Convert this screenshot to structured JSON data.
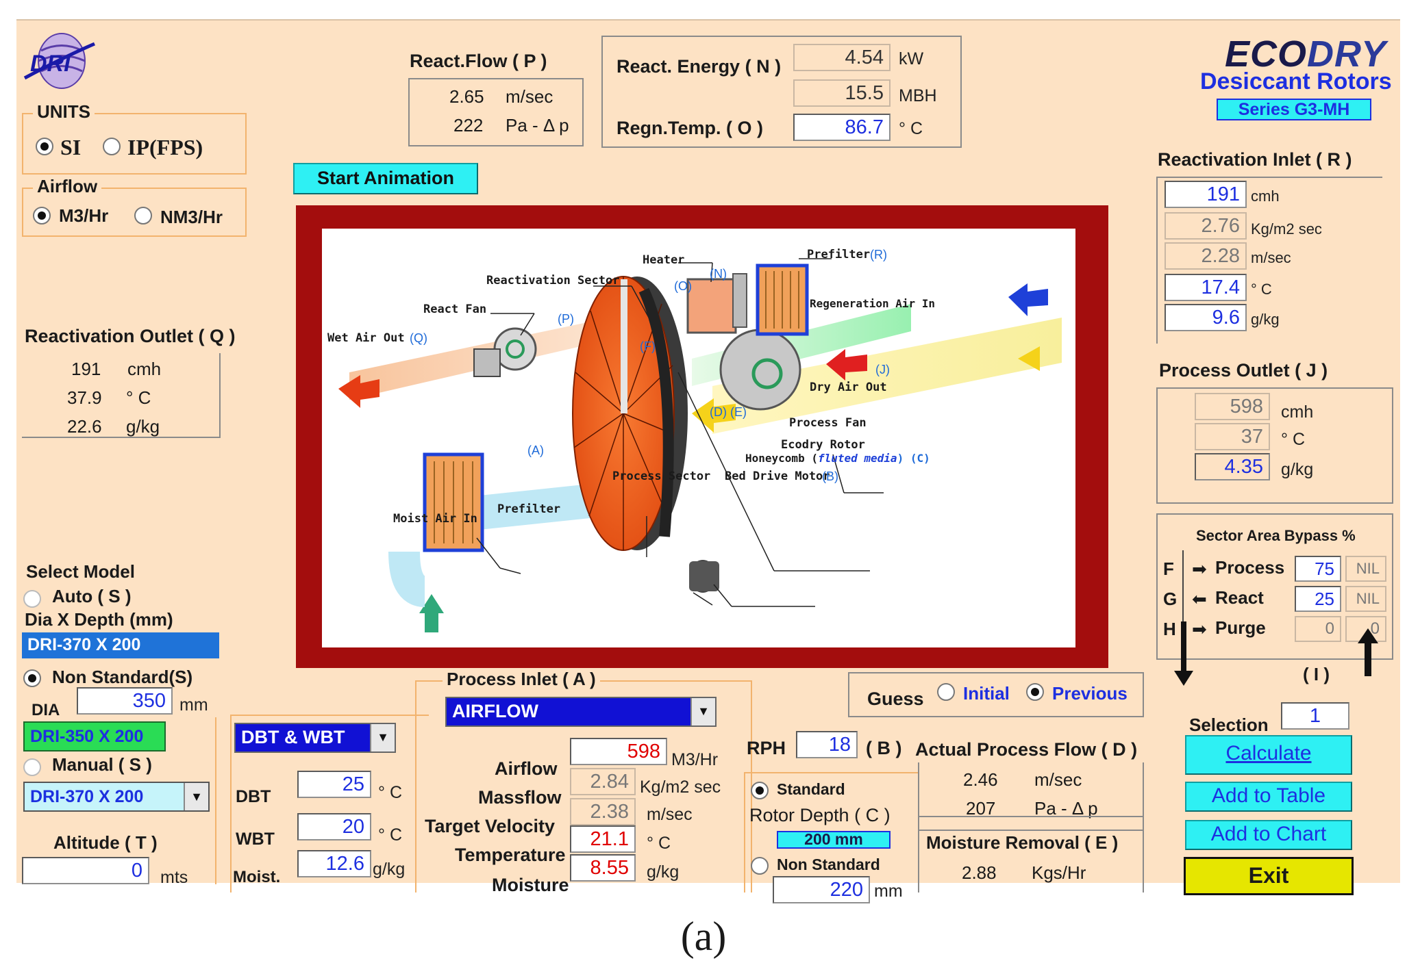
{
  "brand": {
    "dri_logo": "DRI",
    "eco": "ECO",
    "dry": "DRY",
    "product": "Desiccant Rotors",
    "series": "Series G3-MH"
  },
  "units": {
    "title": "UNITS",
    "si": "SI",
    "ip": "IP(FPS)"
  },
  "airflow": {
    "title": "Airflow",
    "m3": "M3/Hr",
    "nm3": "NM3/Hr"
  },
  "react_flow": {
    "title": "React.Flow ( P )",
    "velocity": "2.65",
    "velocity_unit": "m/sec",
    "pressure": "222",
    "pressure_unit": "Pa - Δ p"
  },
  "react_energy": {
    "label": "React. Energy ( N )",
    "kw": "4.54",
    "kw_unit": "kW",
    "mbh": "15.5",
    "mbh_unit": "MBH",
    "regn_label": "Regn.Temp.    ( O )",
    "regn_temp": "86.7",
    "regn_unit": "° C"
  },
  "start_animation": "Start Animation",
  "diagram": {
    "heater": "Heater",
    "prefilter_r": "Prefilter",
    "r_tag": "(R)",
    "n_tag": "(N)",
    "o_tag": "(O)",
    "reactivation_sector": "Reactivation Sector",
    "react_fan": "React Fan",
    "p_tag": "(P)",
    "wet_air_out": "Wet Air Out",
    "q_tag": "(Q)",
    "regeneration_air_in": "Regeneration Air In",
    "dry_air_out": "Dry Air Out",
    "j_tag": "(J)",
    "de_tag": "(D) (E)",
    "process_fan": "Process Fan",
    "ecodry_rotor": "Ecodry Rotor",
    "honeycomb": "Honeycomb (",
    "fluted": "fluted media",
    "honeycomb_end": ") (C)",
    "process_sector": "Process Sector",
    "bed_drive_motor": "Bed Drive Motor",
    "b_tag": "(B)",
    "a_tag": "(A)",
    "f_tag": "(F)",
    "prefilter_a": "Prefilter",
    "moist_air_in": "Moist Air In"
  },
  "reactivation_inlet": {
    "title": "Reactivation Inlet ( R )",
    "cmh": "191",
    "cmh_unit": "cmh",
    "mass": "2.76",
    "mass_unit": "Kg/m2 sec",
    "vel": "2.28",
    "vel_unit": "m/sec",
    "temp": "17.4",
    "temp_unit": "° C",
    "moist": "9.6",
    "moist_unit": "g/kg"
  },
  "reactivation_outlet": {
    "title": "Reactivation Outlet ( Q )",
    "cmh": "191",
    "cmh_unit": "cmh",
    "temp": "37.9",
    "temp_unit": "° C",
    "moist": "22.6",
    "moist_unit": "g/kg"
  },
  "process_outlet": {
    "title": "Process Outlet ( J )",
    "cmh": "598",
    "cmh_unit": "cmh",
    "temp": "37",
    "temp_unit": "° C",
    "moist": "4.35",
    "moist_unit": "g/kg"
  },
  "sector": {
    "header": "Sector  Area Bypass %",
    "rows": [
      {
        "key": "F",
        "name": "Process",
        "area": "75",
        "bypass": "NIL"
      },
      {
        "key": "G",
        "name": "React",
        "area": "25",
        "bypass": "NIL"
      },
      {
        "key": "H",
        "name": "Purge",
        "area": "0",
        "bypass": "0"
      }
    ],
    "i_tag": "( I )"
  },
  "model": {
    "select_label": "Select Model",
    "auto": "Auto ( S )",
    "dia_depth": "Dia X Depth (mm)",
    "auto_value": "DRI-370   X   200",
    "non_standard": "Non Standard(S)",
    "dia_label": "DIA",
    "dia_value": "350",
    "dia_unit": "mm",
    "ns_value": "DRI-350  X  200",
    "manual": "Manual ( S )",
    "manual_value": "DRI-370   X   200",
    "altitude_label": "Altitude ( T )",
    "altitude_value": "0",
    "altitude_unit": "mts"
  },
  "wetbulb": {
    "mode": "DBT & WBT",
    "dbt_label": "DBT",
    "dbt": "25",
    "dbt_unit": "° C",
    "wbt_label": "WBT",
    "wbt": "20",
    "wbt_unit": "° C",
    "moist_label": "Moist.",
    "moist": "12.6",
    "moist_unit": "g/kg"
  },
  "process_inlet": {
    "title": "Process Inlet  ( A )",
    "mode": "AIRFLOW",
    "airflow_label": "Airflow",
    "airflow": "598",
    "airflow_unit": "M3/Hr",
    "massflow_label": "Massflow",
    "massflow": "2.84",
    "massflow_unit": "Kg/m2 sec",
    "velocity_label": "Target Velocity",
    "velocity": "2.38",
    "velocity_unit": "m/sec",
    "temp_label": "Temperature",
    "temp": "21.1",
    "temp_unit": "° C",
    "moist_label": "Moisture",
    "moist": "8.55",
    "moist_unit": "g/kg"
  },
  "rph": {
    "label": "RPH",
    "value": "18",
    "tag": "( B )"
  },
  "rotor_depth": {
    "standard": "Standard",
    "label": "Rotor Depth ( C )",
    "std_value": "200 mm",
    "non_standard": "Non Standard",
    "value": "220",
    "unit": "mm"
  },
  "guess": {
    "label": "Guess",
    "initial": "Initial",
    "previous": "Previous"
  },
  "actual_flow": {
    "title": "Actual Process Flow  ( D )",
    "vel": "2.46",
    "vel_unit": "m/sec",
    "pressure": "207",
    "pressure_unit": "Pa - Δ p"
  },
  "moisture_removal": {
    "title": "Moisture Removal ( E )",
    "value": "2.88",
    "unit": "Kgs/Hr"
  },
  "selection": {
    "label": "Selection",
    "value": "1"
  },
  "buttons": {
    "calculate": "Calculate",
    "add_table": "Add to Table",
    "add_chart": "Add to Chart",
    "exit": "Exit"
  },
  "caption": "(a)"
}
